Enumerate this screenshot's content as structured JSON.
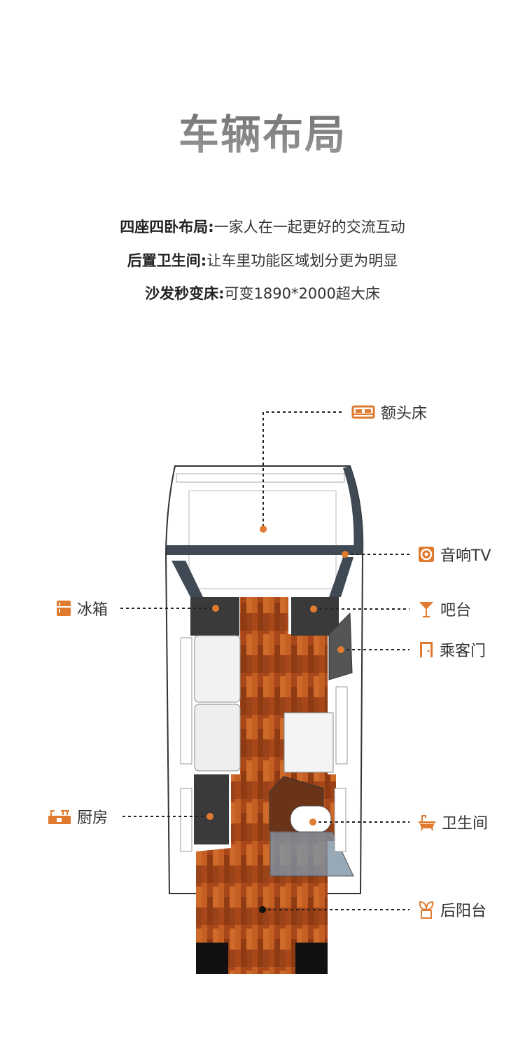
{
  "title": "车辆布局",
  "features": [
    {
      "key": "四座四卧布局:",
      "text": "一家人在一起更好的交流互动"
    },
    {
      "key": "后置卫生间:",
      "text": "让车里功能区域划分更为明显"
    },
    {
      "key": "沙发秒变床:",
      "text": "可变1890*2000超大床"
    }
  ],
  "labels": {
    "overhead_bed": "额头床",
    "audio_tv": "音响TV",
    "fridge": "冰箱",
    "bar": "吧台",
    "door": "乘客门",
    "kitchen": "厨房",
    "bathroom": "卫生间",
    "balcony": "后阳台"
  },
  "colors": {
    "accent": "#e07a2f",
    "text": "#333333"
  }
}
